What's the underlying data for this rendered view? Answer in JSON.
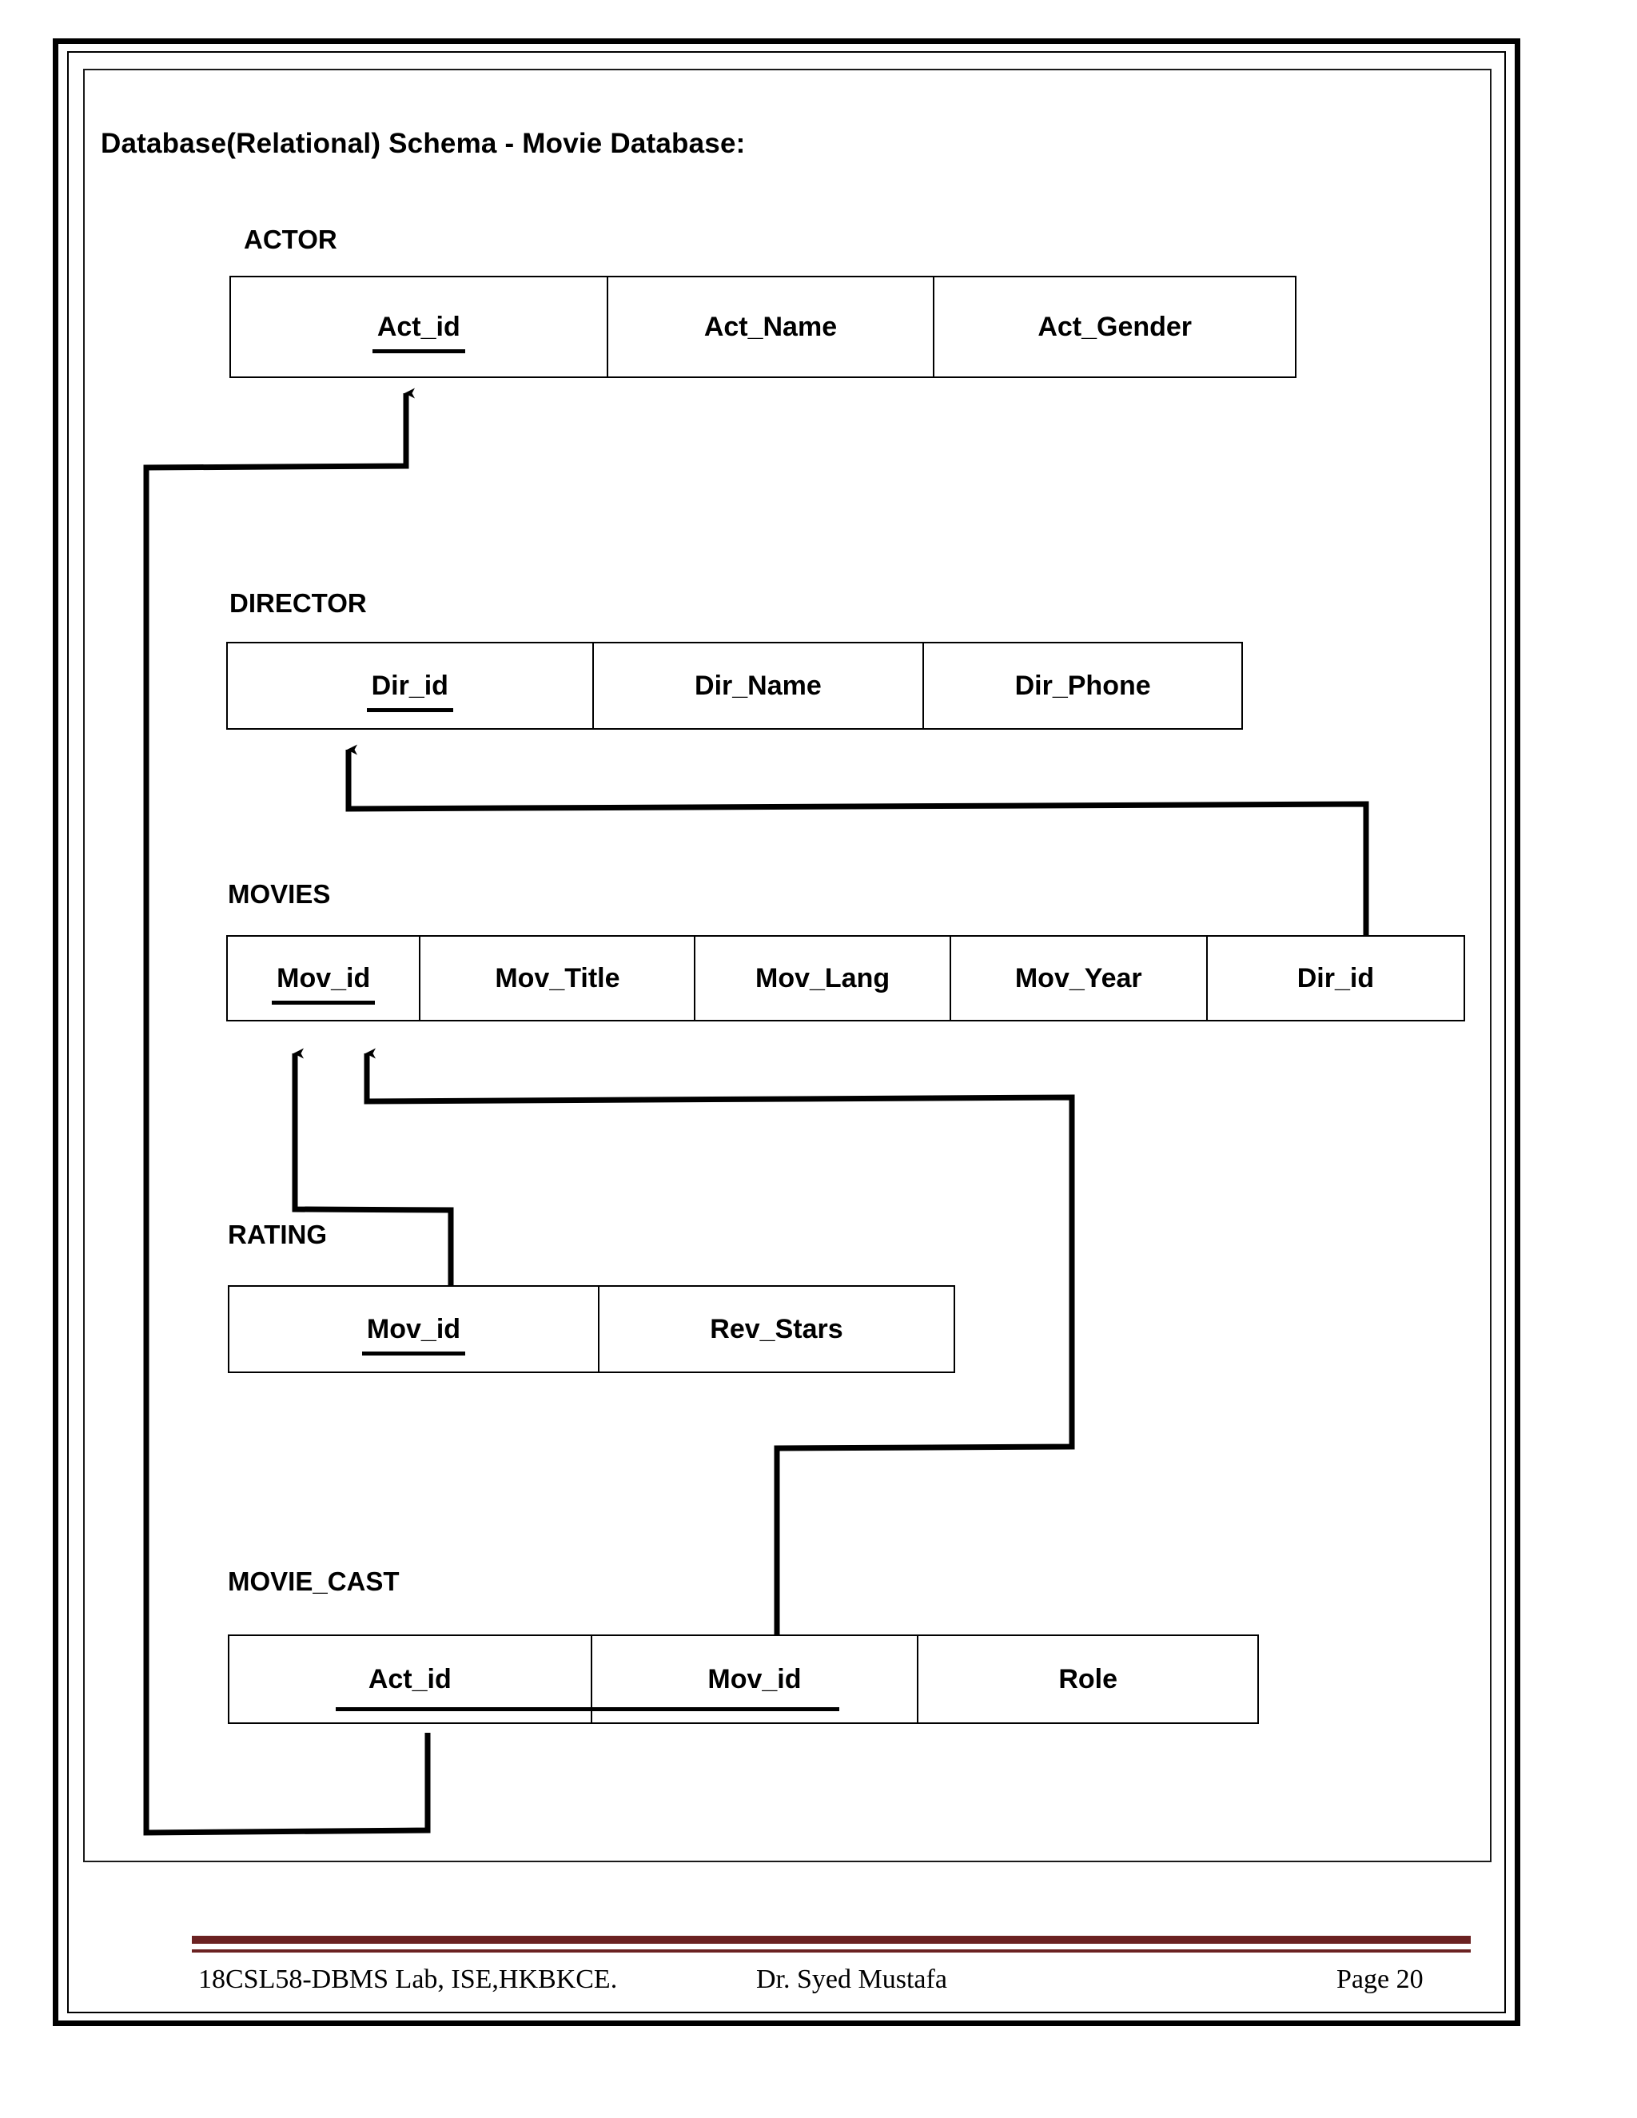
{
  "page": {
    "heading": "Database(Relational) Schema - Movie Database:"
  },
  "diagram": {
    "type": "relational-schema",
    "relations": [
      {
        "name": "ACTOR",
        "attributes": [
          "Act_id",
          "Act_Name",
          "Act_Gender"
        ],
        "primary_key": [
          "Act_id"
        ]
      },
      {
        "name": "DIRECTOR",
        "attributes": [
          "Dir_id",
          "Dir_Name",
          "Dir_Phone"
        ],
        "primary_key": [
          "Dir_id"
        ]
      },
      {
        "name": "MOVIES",
        "attributes": [
          "Mov_id",
          "Mov_Title",
          "Mov_Lang",
          "Mov_Year",
          "Dir_id"
        ],
        "primary_key": [
          "Mov_id"
        ]
      },
      {
        "name": "RATING",
        "attributes": [
          "Mov_id",
          "Rev_Stars"
        ],
        "primary_key": [
          "Mov_id"
        ]
      },
      {
        "name": "MOVIE_CAST",
        "attributes": [
          "Act_id",
          "Mov_id",
          "Role"
        ],
        "primary_key": [
          "Act_id",
          "Mov_id"
        ]
      }
    ],
    "foreign_keys": [
      {
        "from": "MOVIE_CAST.Act_id",
        "to": "ACTOR.Act_id"
      },
      {
        "from": "MOVIES.Dir_id",
        "to": "DIRECTOR.Dir_id"
      },
      {
        "from": "RATING.Mov_id",
        "to": "MOVIES.Mov_id"
      },
      {
        "from": "MOVIE_CAST.Mov_id",
        "to": "MOVIES.Mov_id"
      }
    ]
  },
  "footer": {
    "left": "18CSL58-DBMS Lab, ISE,HKBKCE.",
    "center": "Dr. Syed Mustafa",
    "right": "Page 20",
    "rule_color": "#6b2222"
  }
}
